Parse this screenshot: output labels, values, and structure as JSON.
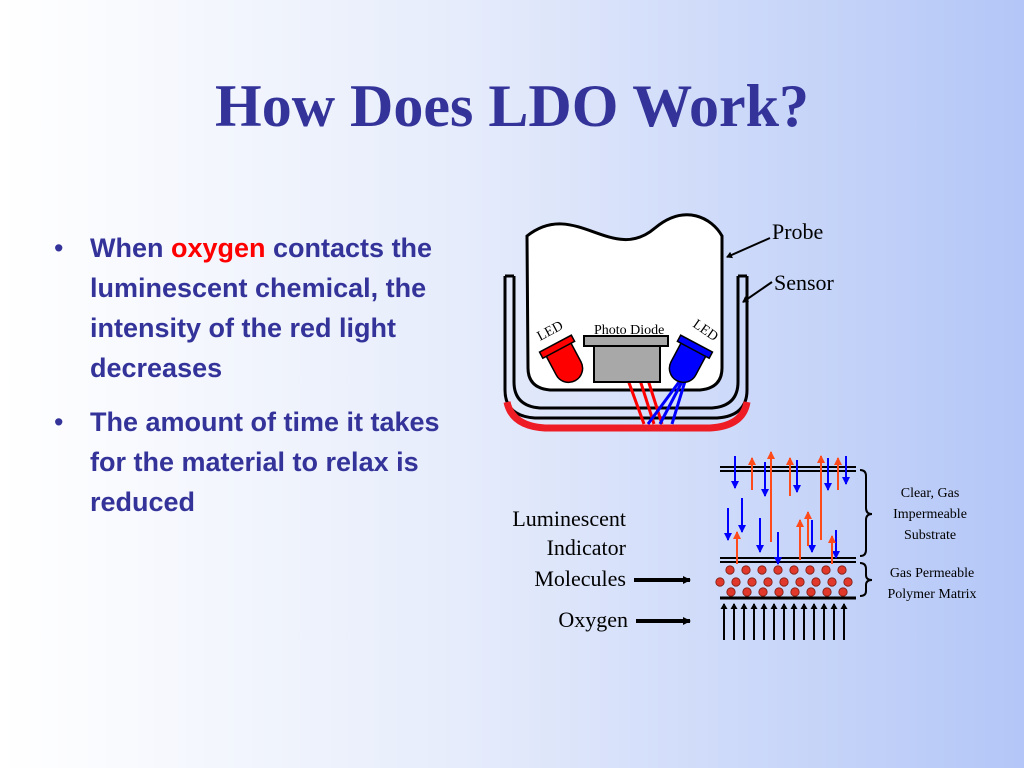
{
  "slide": {
    "title": "How Does LDO Work?",
    "bullets": [
      {
        "parts": [
          {
            "text": "When ",
            "color": "#333399"
          },
          {
            "text": "oxygen",
            "color": "#ff0000"
          },
          {
            "text": " contacts the luminescent chemical, the intensity of the red light decreases",
            "color": "#333399"
          }
        ]
      },
      {
        "parts": [
          {
            "text": "The amount of time it takes for the material to relax is reduced",
            "color": "#ff0000"
          }
        ]
      }
    ]
  },
  "diagram": {
    "probe_label": "Probe",
    "sensor_label": "Sensor",
    "led_left_label": "LED",
    "led_right_label": "LED",
    "photodiode_label": "Photo Diode",
    "luminescent_label": [
      "Luminescent",
      "Indicator",
      "Molecules"
    ],
    "oxygen_label": "Oxygen",
    "substrate_label": [
      "Clear, Gas",
      "Impermeable",
      "Substrate"
    ],
    "polymer_label": [
      "Gas Permeable",
      "Polymer Matrix"
    ],
    "colors": {
      "red_light": "#ff0000",
      "blue_light": "#0000ff",
      "orange_arrow": "#ff4a1a",
      "sensor_ring": "#ee1c24"
    }
  }
}
